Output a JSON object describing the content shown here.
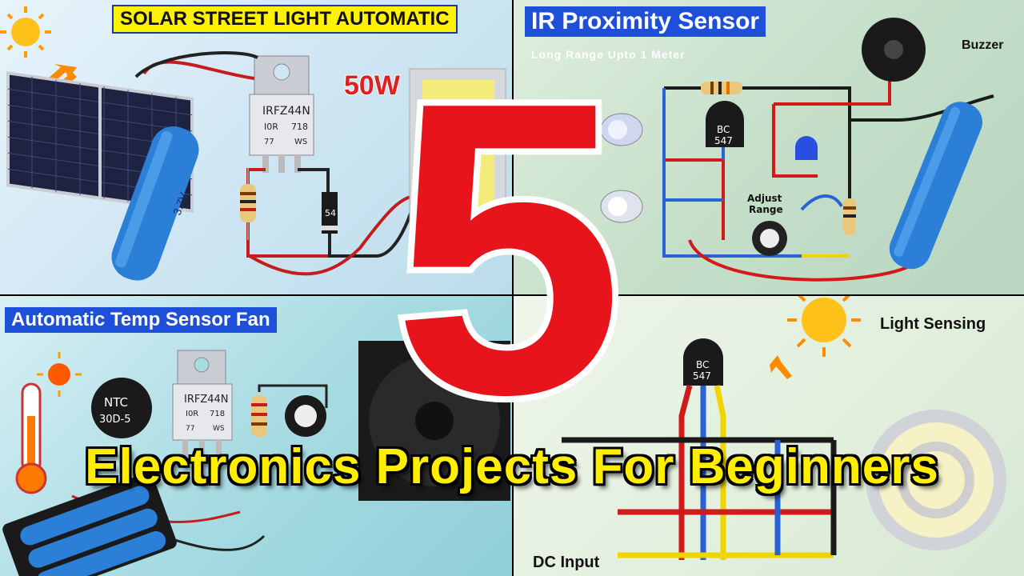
{
  "panels": {
    "solar": {
      "title": "SOLAR STREET LIGHT AUTOMATIC",
      "power_label": "50W",
      "mosfet_text": [
        "IRFZ44N",
        "I0R",
        "718",
        "77",
        "WS"
      ],
      "diode_text": "54",
      "battery_text": "3.7V"
    },
    "ir": {
      "title": "IR Proximity Sensor",
      "subtitle": "Long Range Upto 1 Meter",
      "buzzer_label": "Buzzer",
      "transistor_text": [
        "BC",
        "547"
      ],
      "adjust_label": [
        "Adjust",
        "Range"
      ]
    },
    "temp": {
      "title": "Automatic Temp Sensor Fan",
      "ntc_text": [
        "NTC",
        "30D-5"
      ],
      "mosfet_text": [
        "IRFZ44N",
        "I0R",
        "718",
        "77",
        "WS"
      ]
    },
    "light": {
      "title": "Light Sensing",
      "transistor_text": [
        "BC",
        "547"
      ],
      "dc_label": "DC Input"
    }
  },
  "big_number": "5",
  "banner": "Electronics Projects For Beginners",
  "colors": {
    "yellow_tag": "#fff200",
    "blue_tag": "#1e4fd8",
    "big_number_red": "#e8141b",
    "banner_yellow": "#ffee00"
  }
}
